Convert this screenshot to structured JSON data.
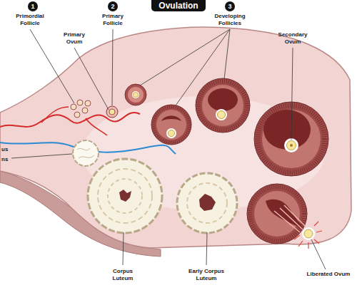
{
  "diagram": {
    "title": "Ovulation",
    "labels": [
      "1",
      "Primordial Follicle",
      "Primary Ovum",
      "2",
      "Primary Follicle",
      "3",
      "Developing Follicles",
      "Secondary Ovum",
      "us",
      "ns",
      "Corpus Luteum",
      "Early Corpus Luteum",
      "Liberated Ovum"
    ]
  }
}
